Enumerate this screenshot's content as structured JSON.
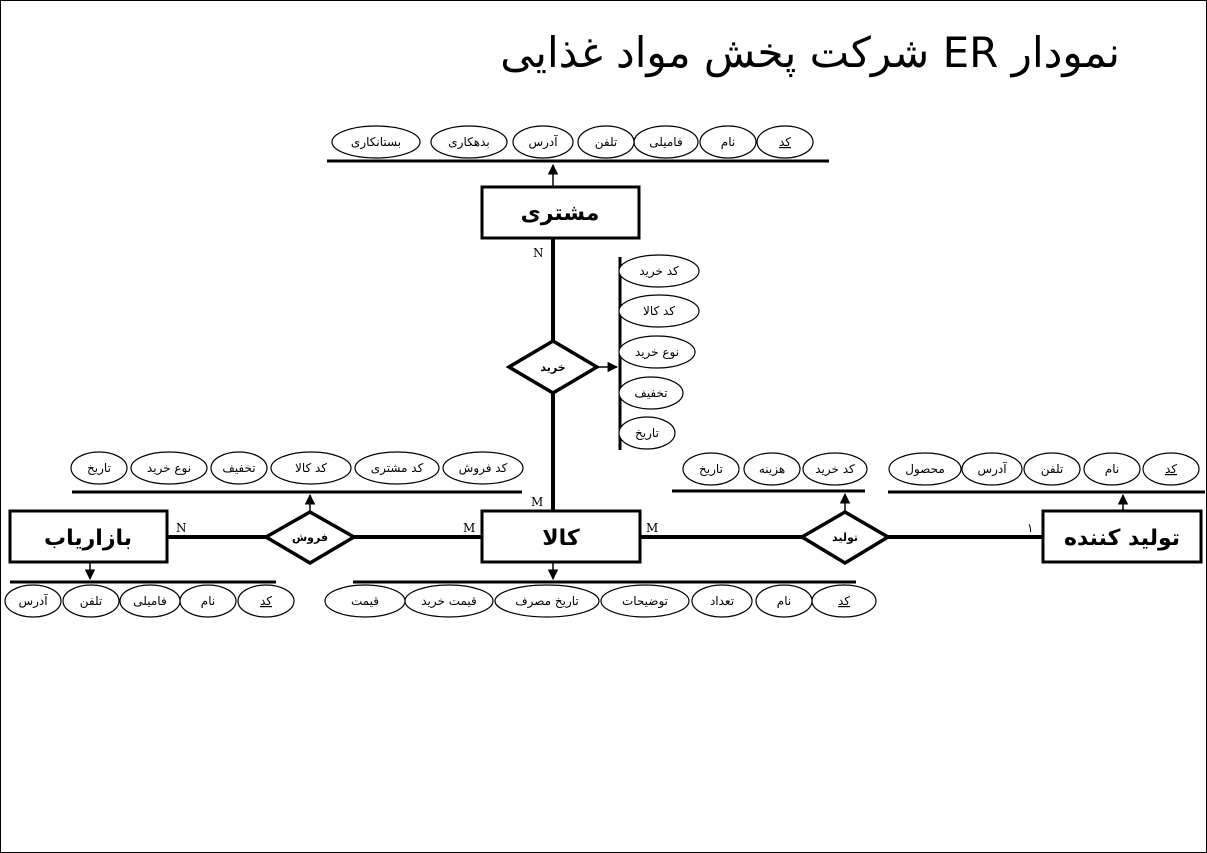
{
  "title": "نمودار ER شرکت پخش مواد غذایی",
  "entities": {
    "customer": {
      "name": "مشتری",
      "attributes": [
        "کد",
        "نام",
        "فامیلی",
        "تلفن",
        "آدرس",
        "بدهکاری",
        "بستانکاری"
      ]
    },
    "goods": {
      "name": "کالا",
      "attributes": [
        "کد",
        "نام",
        "تعداد",
        "توضیحات",
        "تاریخ مصرف",
        "قیمت خرید",
        "قیمت"
      ]
    },
    "marketer": {
      "name": "بازاریاب",
      "attributes": [
        "کد",
        "نام",
        "فامیلی",
        "تلفن",
        "آدرس"
      ]
    },
    "producer": {
      "name": "تولید کننده",
      "attributes": [
        "کد",
        "نام",
        "تلفن",
        "آدرس",
        "محصول"
      ]
    }
  },
  "relationships": {
    "purchase": {
      "name": "خرید",
      "attributes": [
        "کد خرید",
        "کد کالا",
        "نوع خرید",
        "تخفیف",
        "تاریخ"
      ]
    },
    "sale": {
      "name": "فروش",
      "attributes": [
        "کد فروش",
        "کد مشتری",
        "کد کالا",
        "تخفیف",
        "نوع خرید",
        "تاریخ"
      ]
    },
    "production": {
      "name": "تولید",
      "attributes": [
        "کد خرید",
        "هزینه",
        "تاریخ"
      ]
    }
  },
  "cardinalities": {
    "customer_purchase": "N",
    "goods_purchase": "M",
    "marketer_sale": "N",
    "goods_sale": "M",
    "goods_production": "M",
    "producer_production": "۱"
  }
}
